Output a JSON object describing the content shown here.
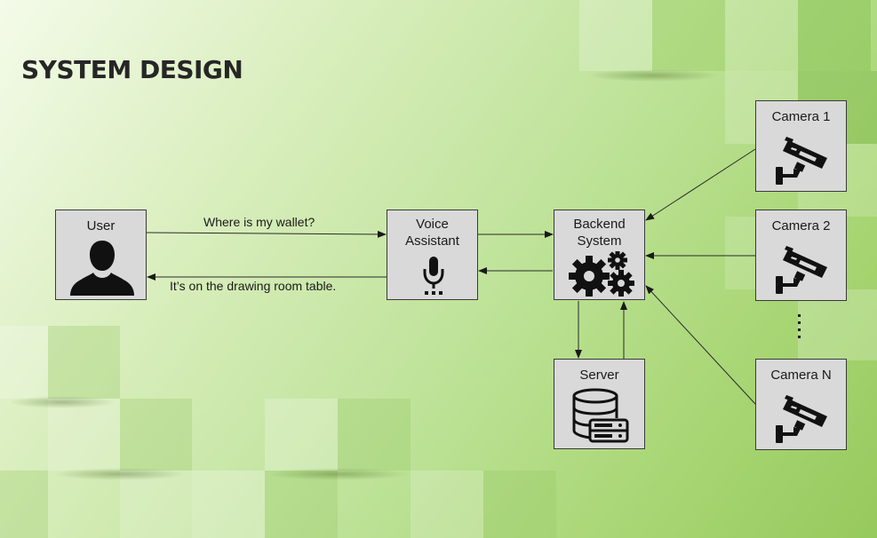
{
  "title": "SYSTEM DESIGN",
  "nodes": {
    "user": {
      "label": "User"
    },
    "voice_assistant": {
      "line1": "Voice",
      "line2": "Assistant"
    },
    "backend": {
      "line1": "Backend",
      "line2": "System"
    },
    "server": {
      "label": "Server"
    },
    "camera1": {
      "label": "Camera 1"
    },
    "camera2": {
      "label": "Camera 2"
    },
    "cameraN": {
      "label": "Camera N"
    }
  },
  "edges": {
    "query": "Where is my wallet?",
    "answer": "It’s on the drawing room table."
  },
  "colors": {
    "node_fill": "#d9d9d9",
    "node_border": "#3a3a3a",
    "icon": "#111111",
    "title": "#262626"
  },
  "icons": [
    "user-silhouette-icon",
    "microphone-icon",
    "gears-icon",
    "database-server-icon",
    "security-camera-icon"
  ]
}
